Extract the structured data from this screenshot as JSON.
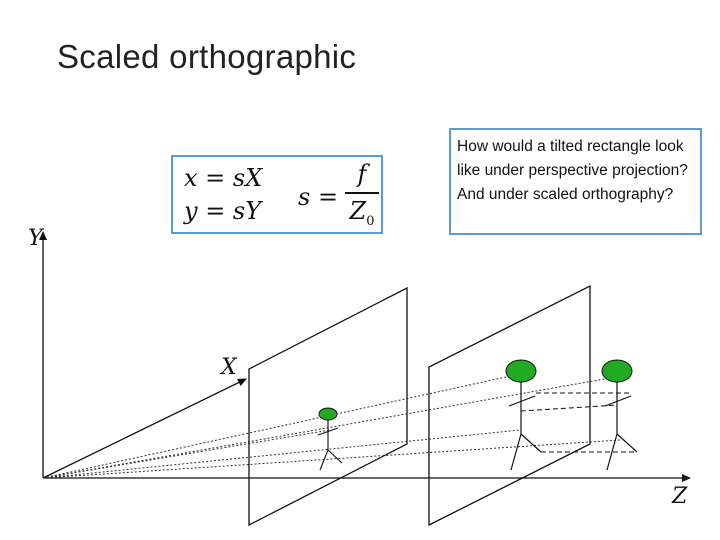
{
  "slide": {
    "title": "Scaled orthographic"
  },
  "formula": {
    "line1": "x = sX",
    "line2": "y = sY",
    "s_lhs": "s =",
    "numerator": "f",
    "denominator_var": "Z",
    "denominator_sub": "0"
  },
  "note": {
    "text": "How would a tilted rectangle look like under perspective projection? And under scaled orthography?"
  },
  "axes": {
    "y": "Y",
    "x": "X",
    "z": "Z"
  },
  "colors": {
    "box_border": "#5b9bd5",
    "figure_head": "#22aa22",
    "line": "#111111"
  }
}
